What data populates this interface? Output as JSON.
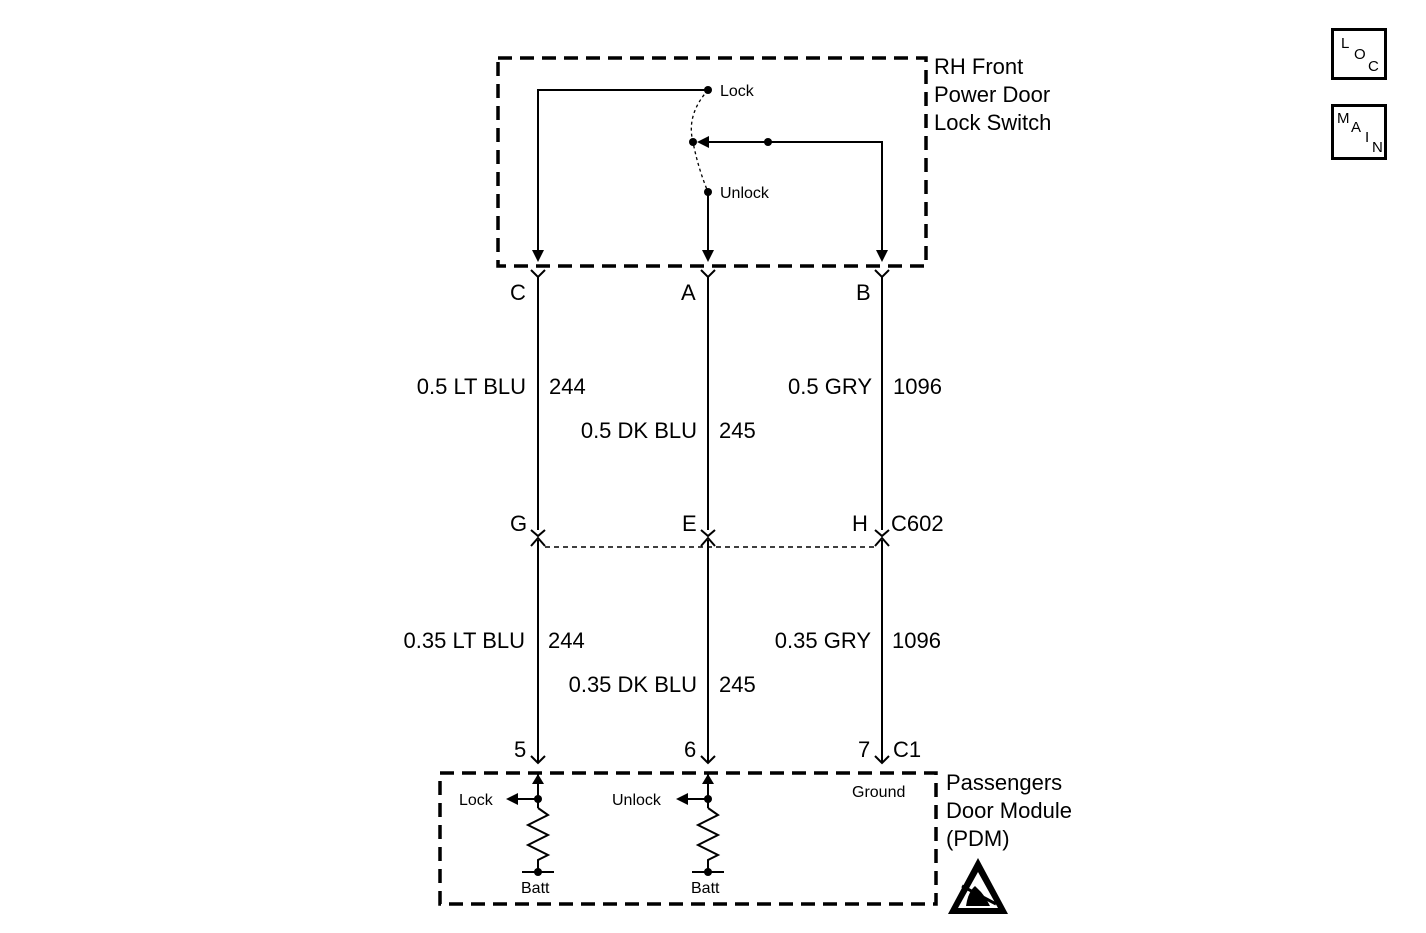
{
  "switch": {
    "title_line1": "RH Front",
    "title_line2": "Power Door",
    "title_line3": "Lock Switch",
    "lock_label": "Lock",
    "unlock_label": "Unlock",
    "pin_c": "C",
    "pin_a": "A",
    "pin_b": "B"
  },
  "upper_wires": {
    "w1_color": "0.5 LT BLU",
    "w1_circuit": "244",
    "w2_color": "0.5 DK BLU",
    "w2_circuit": "245",
    "w3_color": "0.5 GRY",
    "w3_circuit": "1096"
  },
  "connector_c602": {
    "pin_g": "G",
    "pin_e": "E",
    "pin_h": "H",
    "name": "C602"
  },
  "lower_wires": {
    "w1_color": "0.35 LT BLU",
    "w1_circuit": "244",
    "w2_color": "0.35 DK BLU",
    "w2_circuit": "245",
    "w3_color": "0.35 GRY",
    "w3_circuit": "1096"
  },
  "pdm": {
    "title_line1": "Passengers",
    "title_line2": "Door Module",
    "title_line3": "(PDM)",
    "pin_5": "5",
    "pin_6": "6",
    "pin_7": "7",
    "connector": "C1",
    "lock_label": "Lock",
    "unlock_label": "Unlock",
    "ground_label": "Ground",
    "batt1_label": "Batt",
    "batt2_label": "Batt"
  },
  "nav": {
    "loc": [
      "L",
      "O",
      "C"
    ],
    "main": [
      "M",
      "A",
      "I",
      "N"
    ]
  },
  "icons": {
    "esd": "esd-warning-icon",
    "loc": "loc-button-icon",
    "main": "main-button-icon"
  }
}
